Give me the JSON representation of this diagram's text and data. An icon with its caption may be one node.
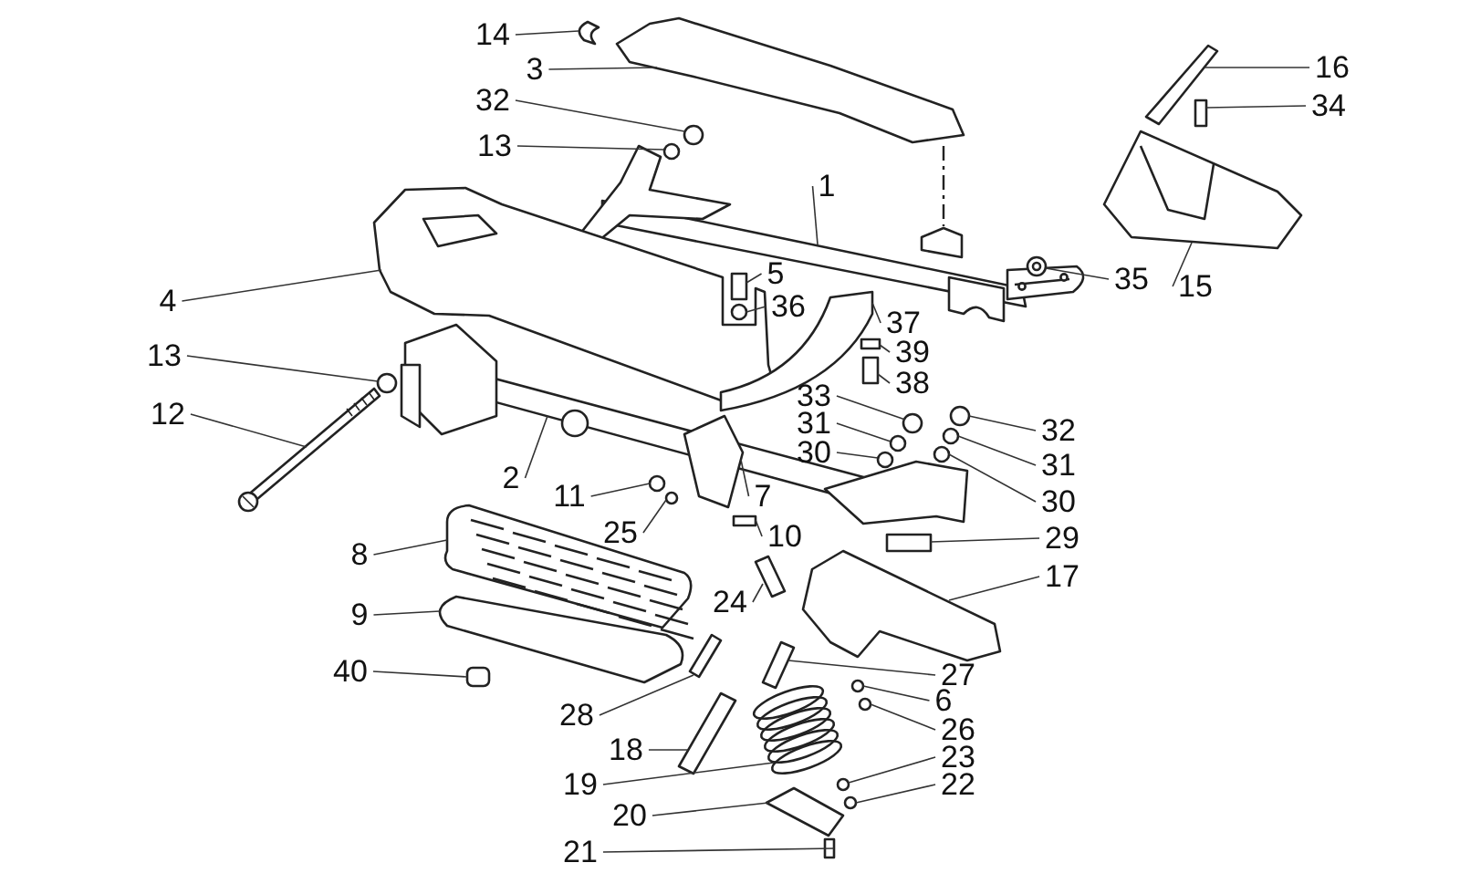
{
  "diagram": {
    "nodes": [
      {
        "text": [
          "14"
        ]
      },
      {
        "text": [
          "16"
        ]
      },
      {
        "text": [
          "3"
        ]
      },
      {
        "text": [
          "32"
        ]
      },
      {
        "text": [
          "34"
        ]
      },
      {
        "text": [
          "13"
        ]
      },
      {
        "text": [
          "1"
        ]
      },
      {
        "text": [
          "5"
        ]
      },
      {
        "text": [
          "35"
        ]
      },
      {
        "text": [
          "15"
        ]
      },
      {
        "text": [
          "4"
        ]
      },
      {
        "text": [
          "36"
        ]
      },
      {
        "text": [
          "37"
        ]
      },
      {
        "text": [
          "39"
        ]
      },
      {
        "text": [
          "13"
        ]
      },
      {
        "text": [
          "38"
        ]
      },
      {
        "text": [
          "33"
        ]
      },
      {
        "text": [
          "12"
        ]
      },
      {
        "text": [
          "31"
        ]
      },
      {
        "text": [
          "32"
        ]
      },
      {
        "text": [
          "30"
        ]
      },
      {
        "text": [
          "31"
        ]
      },
      {
        "text": [
          "2"
        ]
      },
      {
        "text": [
          "11"
        ]
      },
      {
        "text": [
          "7"
        ]
      },
      {
        "text": [
          "30"
        ]
      },
      {
        "text": [
          "25"
        ]
      },
      {
        "text": [
          "10"
        ]
      },
      {
        "text": [
          "29"
        ]
      },
      {
        "text": [
          "8"
        ]
      },
      {
        "text": [
          "17"
        ]
      },
      {
        "text": [
          "24"
        ]
      },
      {
        "text": [
          "9"
        ]
      },
      {
        "text": [
          "40"
        ]
      },
      {
        "text": [
          "27"
        ]
      },
      {
        "text": [
          "6"
        ]
      },
      {
        "text": [
          "28"
        ]
      },
      {
        "text": [
          "26"
        ]
      },
      {
        "text": [
          "18"
        ]
      },
      {
        "text": [
          "23"
        ]
      },
      {
        "text": [
          "19"
        ]
      },
      {
        "text": [
          "22"
        ]
      },
      {
        "text": [
          "20"
        ]
      },
      {
        "text": [
          "21"
        ]
      },
      {
        "text": [],
        "shape": "picture"
      },
      {
        "text": [],
        "shape": "picture"
      },
      {
        "text": [],
        "shape": "picture"
      },
      {
        "text": [],
        "shape": "circle"
      },
      {
        "text": [],
        "shape": "bar"
      },
      {
        "text": [],
        "shape": "circle"
      },
      {
        "text": [],
        "shape": "picture"
      },
      {
        "text": [],
        "shape": "bar"
      },
      {
        "text": [],
        "shape": "picture"
      },
      {
        "text": [],
        "shape": "picture"
      },
      {
        "text": [],
        "shape": "picture"
      },
      {
        "text": [],
        "shape": "circle"
      },
      {
        "text": [],
        "shape": "picture"
      },
      {
        "text": [],
        "shape": "bar"
      },
      {
        "text": [],
        "shape": "circle"
      },
      {
        "text": [],
        "shape": "bar"
      },
      {
        "text": [],
        "shape": "circle"
      },
      {
        "text": [],
        "shape": "picture"
      },
      {
        "text": [],
        "shape": "circle"
      },
      {
        "text": [],
        "shape": "circle"
      },
      {
        "text": [],
        "shape": "circle"
      },
      {
        "text": [],
        "shape": "circle"
      },
      {
        "text": [],
        "shape": "picture"
      },
      {
        "text": [],
        "shape": "circle"
      },
      {
        "text": [],
        "shape": "picture"
      },
      {
        "text": [],
        "shape": "circle"
      },
      {
        "text": [],
        "shape": "circle"
      },
      {
        "text": [],
        "shape": "bar"
      },
      {
        "text": [],
        "shape": "bar"
      },
      {
        "text": [],
        "shape": "picture"
      },
      {
        "text": [],
        "shape": "picture"
      },
      {
        "text": [],
        "shape": "picture"
      },
      {
        "text": [],
        "shape": "picture"
      },
      {
        "text": [],
        "shape": "bar"
      },
      {
        "text": [],
        "shape": "picture"
      },
      {
        "text": [],
        "shape": "circle"
      },
      {
        "text": [],
        "shape": "picture"
      },
      {
        "text": [],
        "shape": "circle"
      },
      {
        "text": [],
        "shape": "picture"
      },
      {
        "text": [],
        "shape": "circle"
      },
      {
        "text": [],
        "shape": "picture"
      },
      {
        "text": [],
        "shape": "circle"
      },
      {
        "text": [],
        "shape": "picture"
      },
      {
        "text": [],
        "shape": "bar"
      }
    ],
    "edges": [
      {
        "from": 0,
        "to": 44,
        "arrow": "none"
      },
      {
        "from": 1,
        "to": 45,
        "arrow": "none"
      },
      {
        "from": 2,
        "to": 46,
        "arrow": "none"
      },
      {
        "from": 3,
        "to": 47,
        "arrow": "none"
      },
      {
        "from": 4,
        "to": 48,
        "arrow": "none"
      },
      {
        "from": 5,
        "to": 49,
        "arrow": "none"
      },
      {
        "from": 6,
        "to": 50,
        "arrow": "none"
      },
      {
        "from": 7,
        "to": 51,
        "arrow": "none"
      },
      {
        "from": 8,
        "to": 52,
        "arrow": "none"
      },
      {
        "from": 9,
        "to": 53,
        "arrow": "none"
      },
      {
        "from": 10,
        "to": 54,
        "arrow": "none"
      },
      {
        "from": 11,
        "to": 55,
        "arrow": "none"
      },
      {
        "from": 12,
        "to": 56,
        "arrow": "none"
      },
      {
        "from": 13,
        "to": 57,
        "arrow": "none"
      },
      {
        "from": 14,
        "to": 58,
        "arrow": "none"
      },
      {
        "from": 15,
        "to": 59,
        "arrow": "none"
      },
      {
        "from": 16,
        "to": 60,
        "arrow": "none"
      },
      {
        "from": 17,
        "to": 61,
        "arrow": "none"
      },
      {
        "from": 18,
        "to": 62,
        "arrow": "none"
      },
      {
        "from": 19,
        "to": 63,
        "arrow": "none"
      },
      {
        "from": 20,
        "to": 64,
        "arrow": "none"
      },
      {
        "from": 21,
        "to": 65,
        "arrow": "none"
      },
      {
        "from": 22,
        "to": 66,
        "arrow": "none"
      },
      {
        "from": 23,
        "to": 67,
        "arrow": "none"
      },
      {
        "from": 24,
        "to": 68,
        "arrow": "none"
      },
      {
        "from": 25,
        "to": 69,
        "arrow": "none"
      },
      {
        "from": 26,
        "to": 70,
        "arrow": "none"
      },
      {
        "from": 27,
        "to": 71,
        "arrow": "none"
      },
      {
        "from": 28,
        "to": 72,
        "arrow": "none"
      },
      {
        "from": 29,
        "to": 73,
        "arrow": "none"
      },
      {
        "from": 30,
        "to": 74,
        "arrow": "none"
      },
      {
        "from": 31,
        "to": 75,
        "arrow": "none"
      },
      {
        "from": 32,
        "to": 76,
        "arrow": "none"
      },
      {
        "from": 33,
        "to": 77,
        "arrow": "none"
      },
      {
        "from": 34,
        "to": 78,
        "arrow": "none"
      },
      {
        "from": 35,
        "to": 79,
        "arrow": "none"
      },
      {
        "from": 36,
        "to": 80,
        "arrow": "none"
      },
      {
        "from": 37,
        "to": 81,
        "arrow": "none"
      },
      {
        "from": 38,
        "to": 82,
        "arrow": "none"
      },
      {
        "from": 39,
        "to": 83,
        "arrow": "none"
      },
      {
        "from": 40,
        "to": 84,
        "arrow": "none"
      },
      {
        "from": 41,
        "to": 85,
        "arrow": "none"
      },
      {
        "from": 42,
        "to": 86,
        "arrow": "none"
      },
      {
        "from": 43,
        "to": 87,
        "arrow": "none"
      }
    ]
  }
}
